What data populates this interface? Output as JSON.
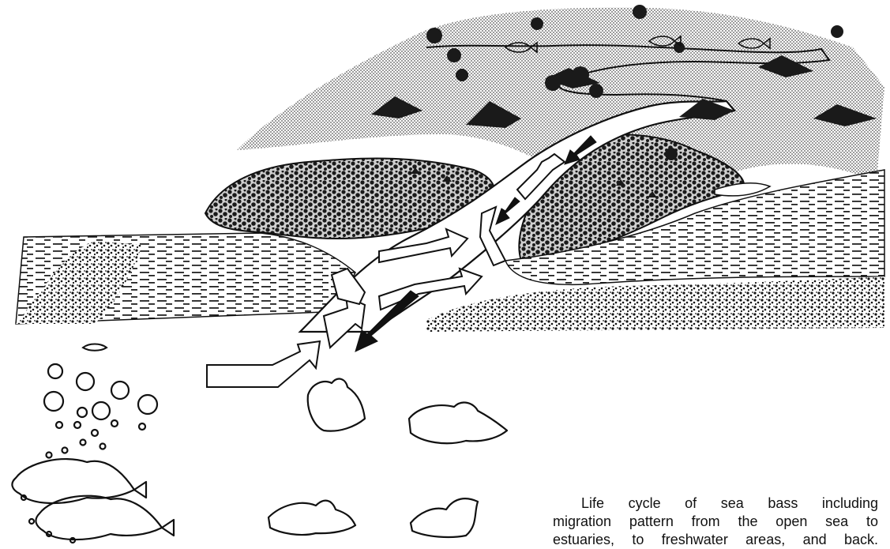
{
  "caption": {
    "line1": "Life cycle of sea bass including",
    "line2": "migration pattern from the open sea to",
    "line3": "estuaries, to freshwater areas, and back."
  },
  "colors": {
    "ink": "#111111",
    "land_gray": "#9a9a9a",
    "water": "#ffffff",
    "arrow_dark": "#111111"
  },
  "legend_icons": [
    "egg-icon",
    "larva-icon",
    "juvenile-fish-icon",
    "adult-fish-icon",
    "upstream-arrow-icon",
    "downstream-arrow-icon"
  ]
}
